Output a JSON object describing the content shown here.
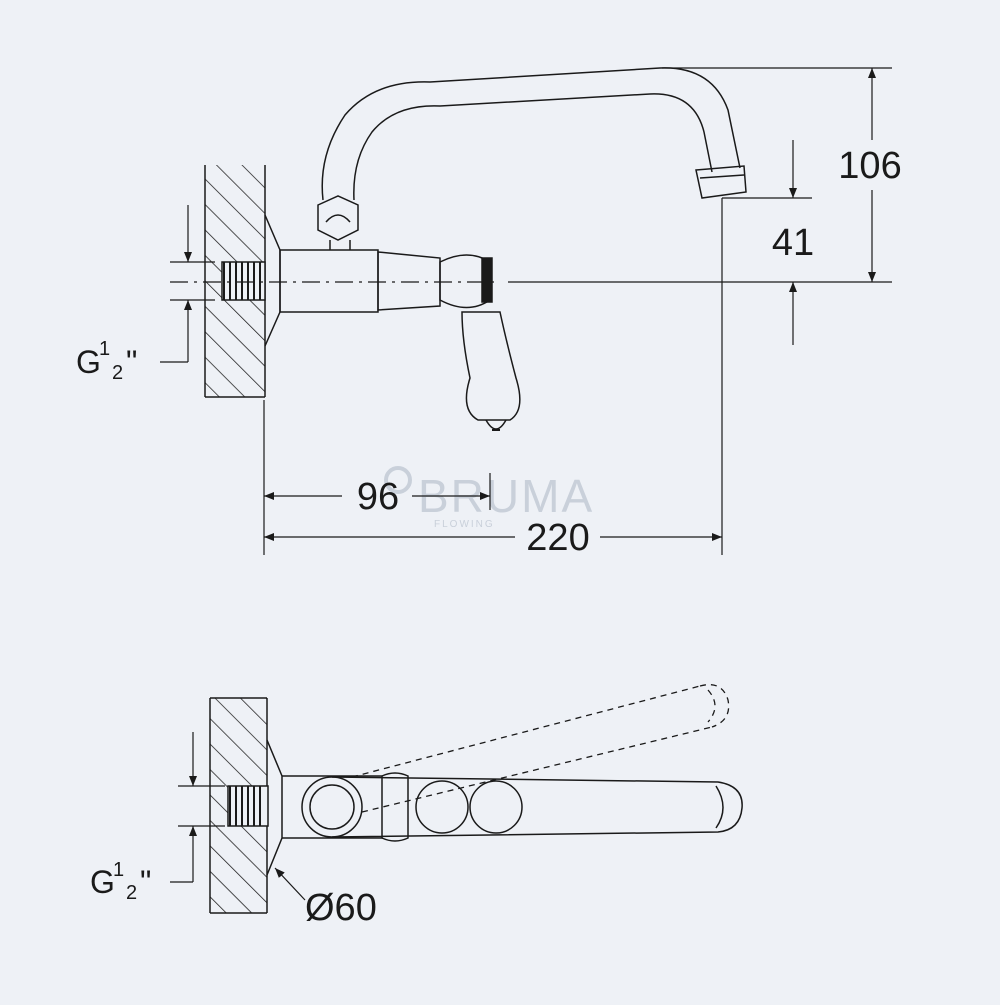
{
  "top_view": {
    "height_overall": "106",
    "height_outlet": "41",
    "length_handle": "96",
    "length_spout": "220",
    "thread_main": "G",
    "thread_num": "1",
    "thread_den": "2",
    "thread_unit": "\""
  },
  "bottom_view": {
    "thread_main": "G",
    "thread_num": "1",
    "thread_den": "2",
    "thread_unit": "\"",
    "flange_diameter": "Ø60"
  },
  "watermark": {
    "brand": "BRUMA",
    "tagline": "FLOWING"
  },
  "colors": {
    "background": "#eef1f6",
    "line": "#1a1a1a",
    "watermark": "#c9d0da"
  }
}
